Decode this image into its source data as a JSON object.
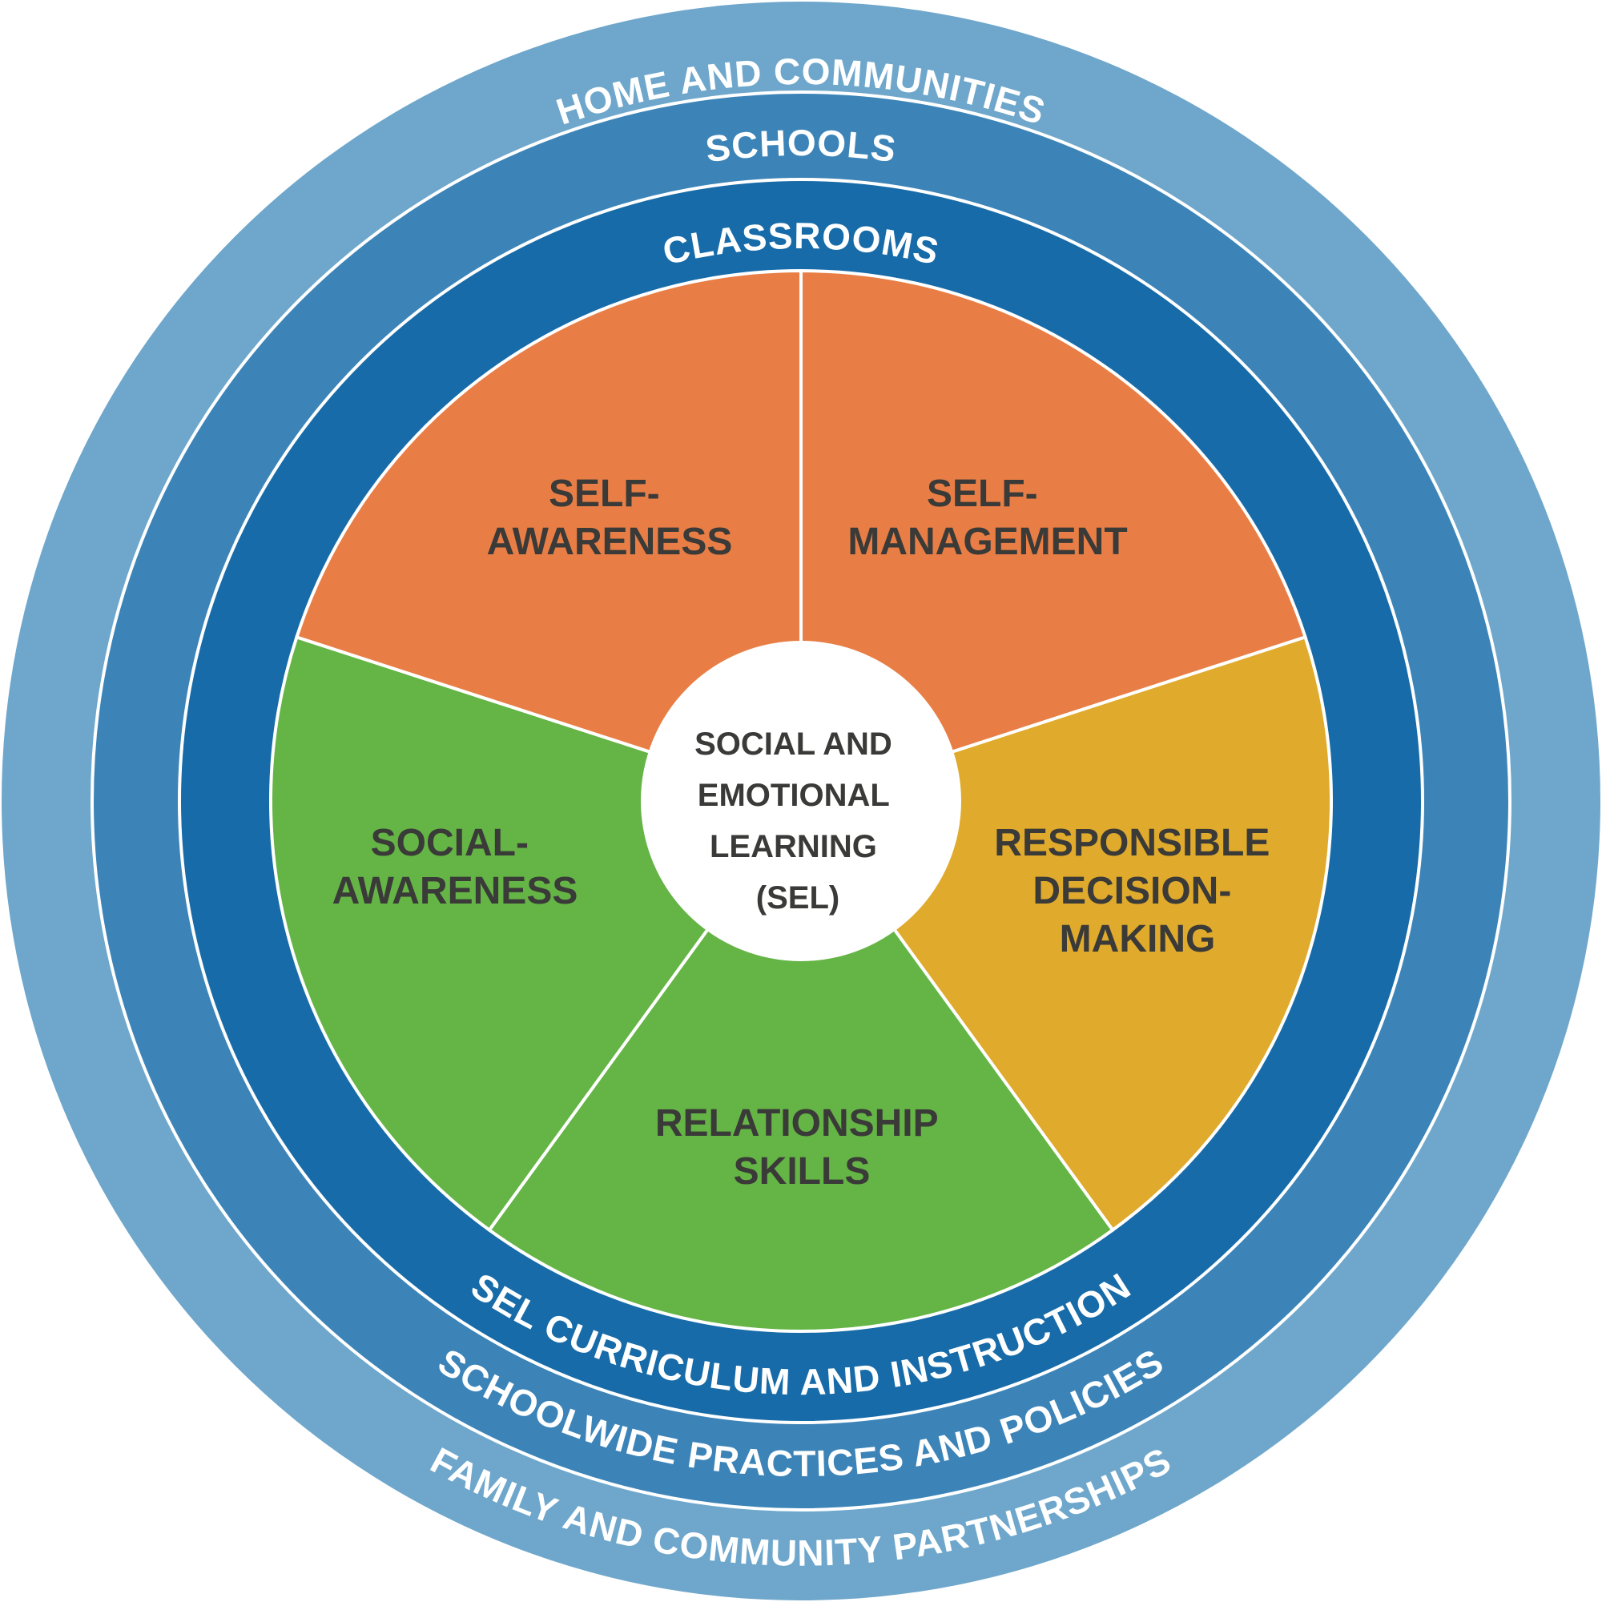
{
  "center": {
    "lines": [
      "SOCIAL AND",
      "EMOTIONAL",
      "LEARNING",
      "(SEL)"
    ]
  },
  "competencies": [
    {
      "name": "self-management",
      "lines": [
        "SELF-",
        "MANAGEMENT"
      ],
      "color": "#e87e45"
    },
    {
      "name": "responsible-decision-making",
      "lines": [
        "RESPONSIBLE",
        "DECISION-",
        "MAKING"
      ],
      "color": "#e0aa2c"
    },
    {
      "name": "relationship-skills",
      "lines": [
        "RELATIONSHIP",
        "SKILLS"
      ],
      "color": "#65b446"
    },
    {
      "name": "social-awareness",
      "lines": [
        "SOCIAL-",
        "AWARENESS"
      ],
      "color": "#65b446"
    },
    {
      "name": "self-awareness",
      "lines": [
        "SELF-",
        "AWARENESS"
      ],
      "color": "#e87e45"
    }
  ],
  "rings": {
    "outer": {
      "top": "HOME AND COMMUNITIES",
      "bottom": "FAMILY AND COMMUNITY PARTNERSHIPS",
      "color": "#6ea7cb"
    },
    "middle": {
      "top": "SCHOOLS",
      "bottom": "SCHOOLWIDE PRACTICES AND POLICIES",
      "color": "#3c84b8"
    },
    "inner": {
      "top": "CLASSROOMS",
      "bottom": "SEL CURRICULUM AND INSTRUCTION",
      "color": "#176ba8"
    }
  }
}
